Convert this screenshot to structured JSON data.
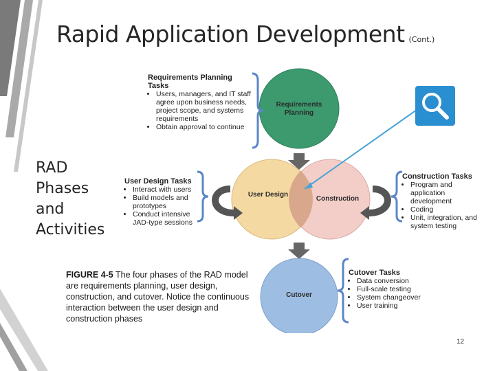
{
  "title": {
    "main": "Rapid Application Development",
    "suffix": "(Cont.)"
  },
  "side_label": {
    "lines": [
      "RAD",
      "Phases",
      "and",
      "Activities"
    ]
  },
  "diagram": {
    "requirements_tasks": {
      "title": "Requirements Planning Tasks",
      "items": [
        "Users, managers, and IT staff agree upon business needs, project scope, and systems requirements",
        "Obtain approval to continue"
      ]
    },
    "user_design_tasks": {
      "title": "User Design Tasks",
      "items": [
        "Interact with users",
        "Build models and prototypes",
        "Conduct intensive JAD-type sessions"
      ]
    },
    "construction_tasks": {
      "title": "Construction Tasks",
      "items": [
        "Program and application development",
        "Coding",
        "Unit, integration, and system testing"
      ]
    },
    "cutover_tasks": {
      "title": "Cutover Tasks",
      "items": [
        "Data conversion",
        "Full-scale testing",
        "System changeover",
        "User training"
      ]
    },
    "phases": {
      "requirements": "Requirements Planning",
      "user_design": "User Design",
      "construction": "Construction",
      "cutover": "Cutover"
    },
    "colors": {
      "requirements": "#3c9a6e",
      "user_design": "#f5d9a3",
      "construction": "#f2c9c2",
      "overlap": "#d9a78c",
      "cutover": "#9ebde3",
      "bracket": "#5b86c7",
      "arrow": "#4aa3d8"
    }
  },
  "caption": {
    "label": "FIGURE 4-5",
    "text": "The four phases of the RAD model are requirements planning, user design, construction, and cutover. Notice the continuous interaction between the user design and construction phases"
  },
  "zoom_icon": {
    "name": "magnifier-icon",
    "color": "#2a8fd0"
  },
  "page_number": "12"
}
